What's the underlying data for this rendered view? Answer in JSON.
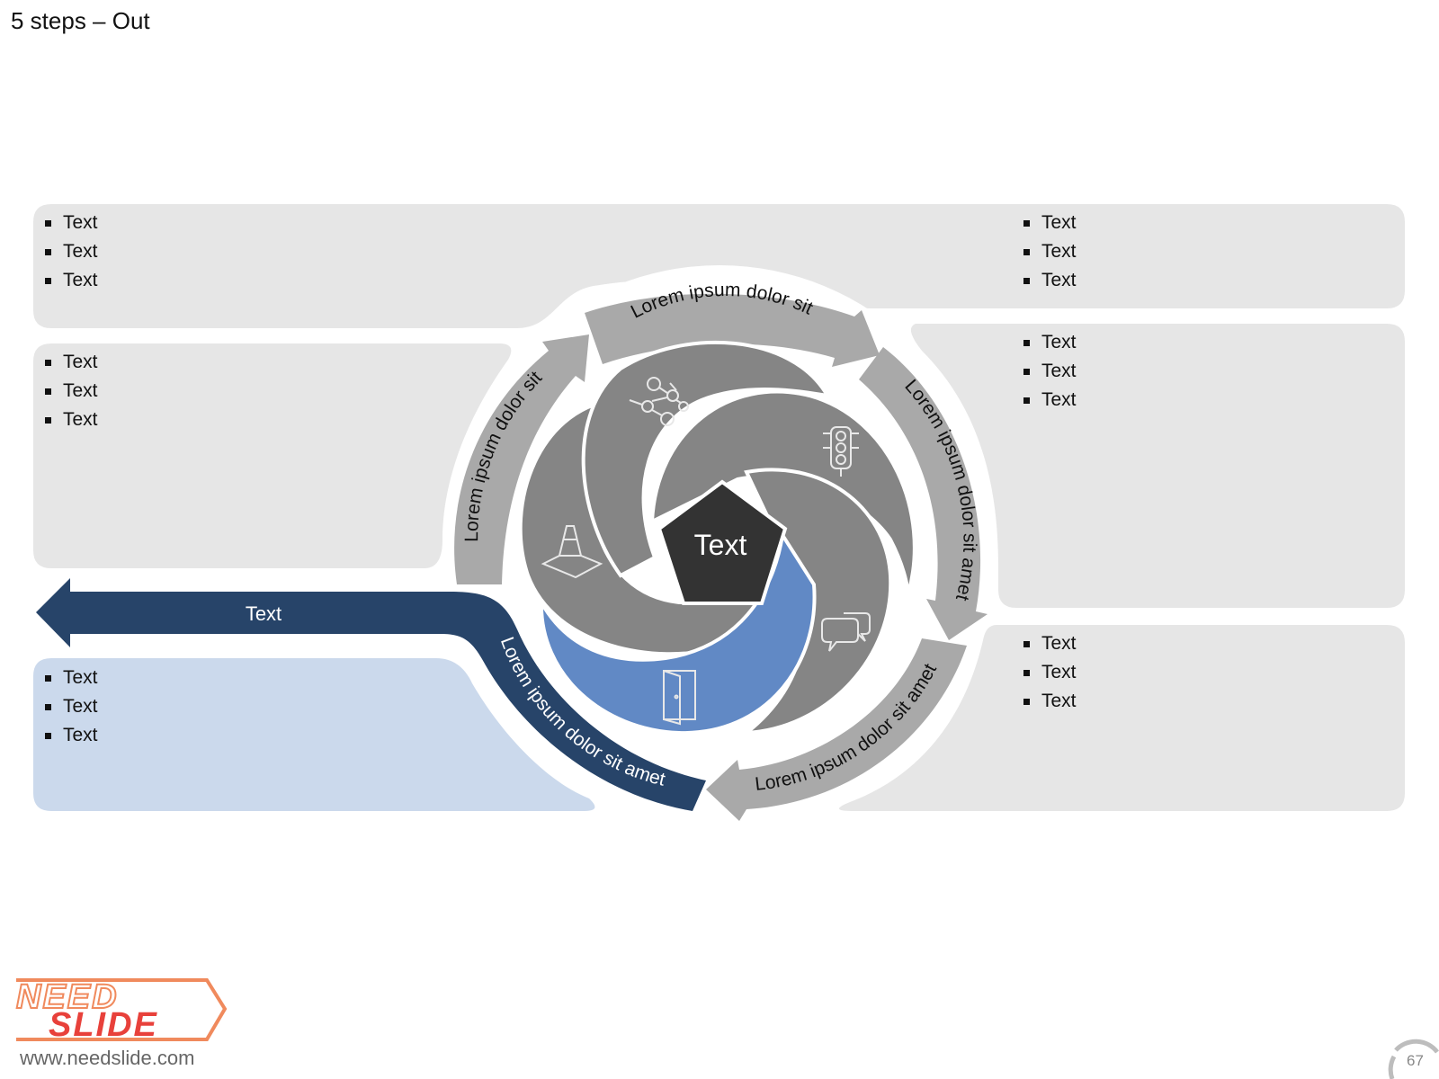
{
  "slide": {
    "title": "5 steps – Out",
    "page_number": "67"
  },
  "center": {
    "label": "Text"
  },
  "exit_arrow": {
    "label": "Text"
  },
  "arc_labels": {
    "top": "Lorem ipsum dolor sit",
    "left": "Lorem ipsum dolor sit",
    "right": "Lorem ipsum dolor sit amet",
    "bottom_right": "Lorem ipsum dolor sit amet",
    "bottom_left": "Lorem ipsum dolor sit amet"
  },
  "lists": {
    "top_left": [
      "Text",
      "Text",
      "Text"
    ],
    "mid_left": [
      "Text",
      "Text",
      "Text"
    ],
    "bottom_left": [
      "Text",
      "Text",
      "Text"
    ],
    "top_right": [
      "Text",
      "Text",
      "Text"
    ],
    "mid_right": [
      "Text",
      "Text",
      "Text"
    ],
    "bottom_right": [
      "Text",
      "Text",
      "Text"
    ]
  },
  "icons": [
    "network-icon",
    "traffic-light-icon",
    "chat-bubbles-icon",
    "door-icon",
    "traffic-cone-icon"
  ],
  "brand": {
    "logo_line1": "NEED",
    "logo_line2": "SLIDE",
    "website": "www.needslide.com"
  },
  "colors": {
    "panel_gray": "#e6e6e6",
    "panel_blue": "#cbd9ec",
    "petal_gray": "#858585",
    "petal_blue": "#6189c5",
    "arrow_gray": "#a9a9a9",
    "arrow_navy": "#274469",
    "center_dark": "#333333"
  }
}
